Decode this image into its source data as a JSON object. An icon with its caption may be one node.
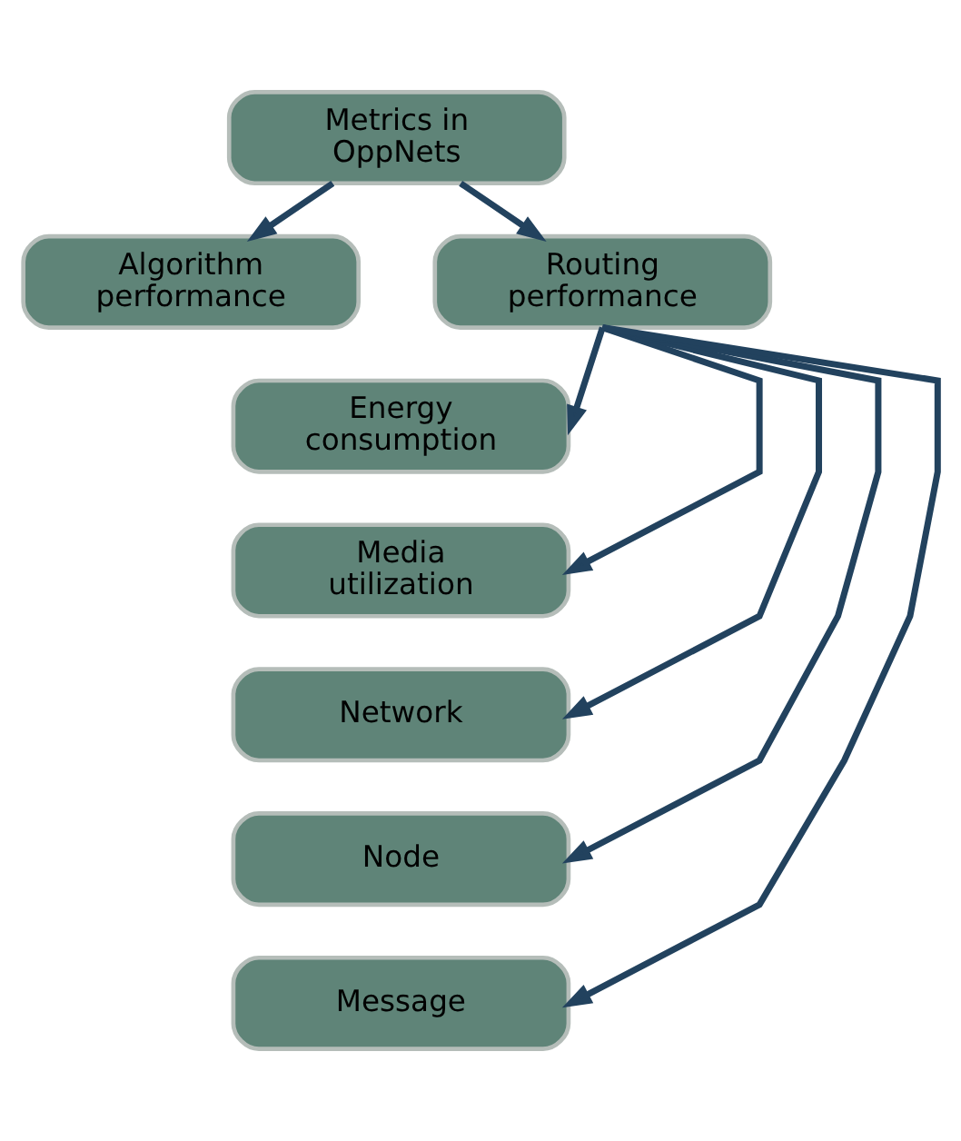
{
  "diagram": {
    "nodes": [
      {
        "text": [
          "Metrics in OppNets"
        ]
      },
      {
        "text": [
          "Algorithm performance"
        ]
      },
      {
        "text": [
          "Routing performance"
        ]
      },
      {
        "text": [
          "Energy consumption"
        ]
      },
      {
        "text": [
          "Media utilization"
        ]
      },
      {
        "text": [
          "Network"
        ]
      },
      {
        "text": [
          "Node"
        ]
      },
      {
        "text": [
          "Message"
        ]
      }
    ],
    "edges": [
      {
        "from": 0,
        "to": 1,
        "arrow": "to"
      },
      {
        "from": 0,
        "to": 2,
        "arrow": "to"
      },
      {
        "from": 2,
        "to": 3,
        "arrow": "to"
      },
      {
        "from": 2,
        "to": 4,
        "arrow": "to"
      },
      {
        "from": 2,
        "to": 5,
        "arrow": "to"
      },
      {
        "from": 2,
        "to": 6,
        "arrow": "to"
      },
      {
        "from": 2,
        "to": 7,
        "arrow": "to"
      }
    ]
  }
}
